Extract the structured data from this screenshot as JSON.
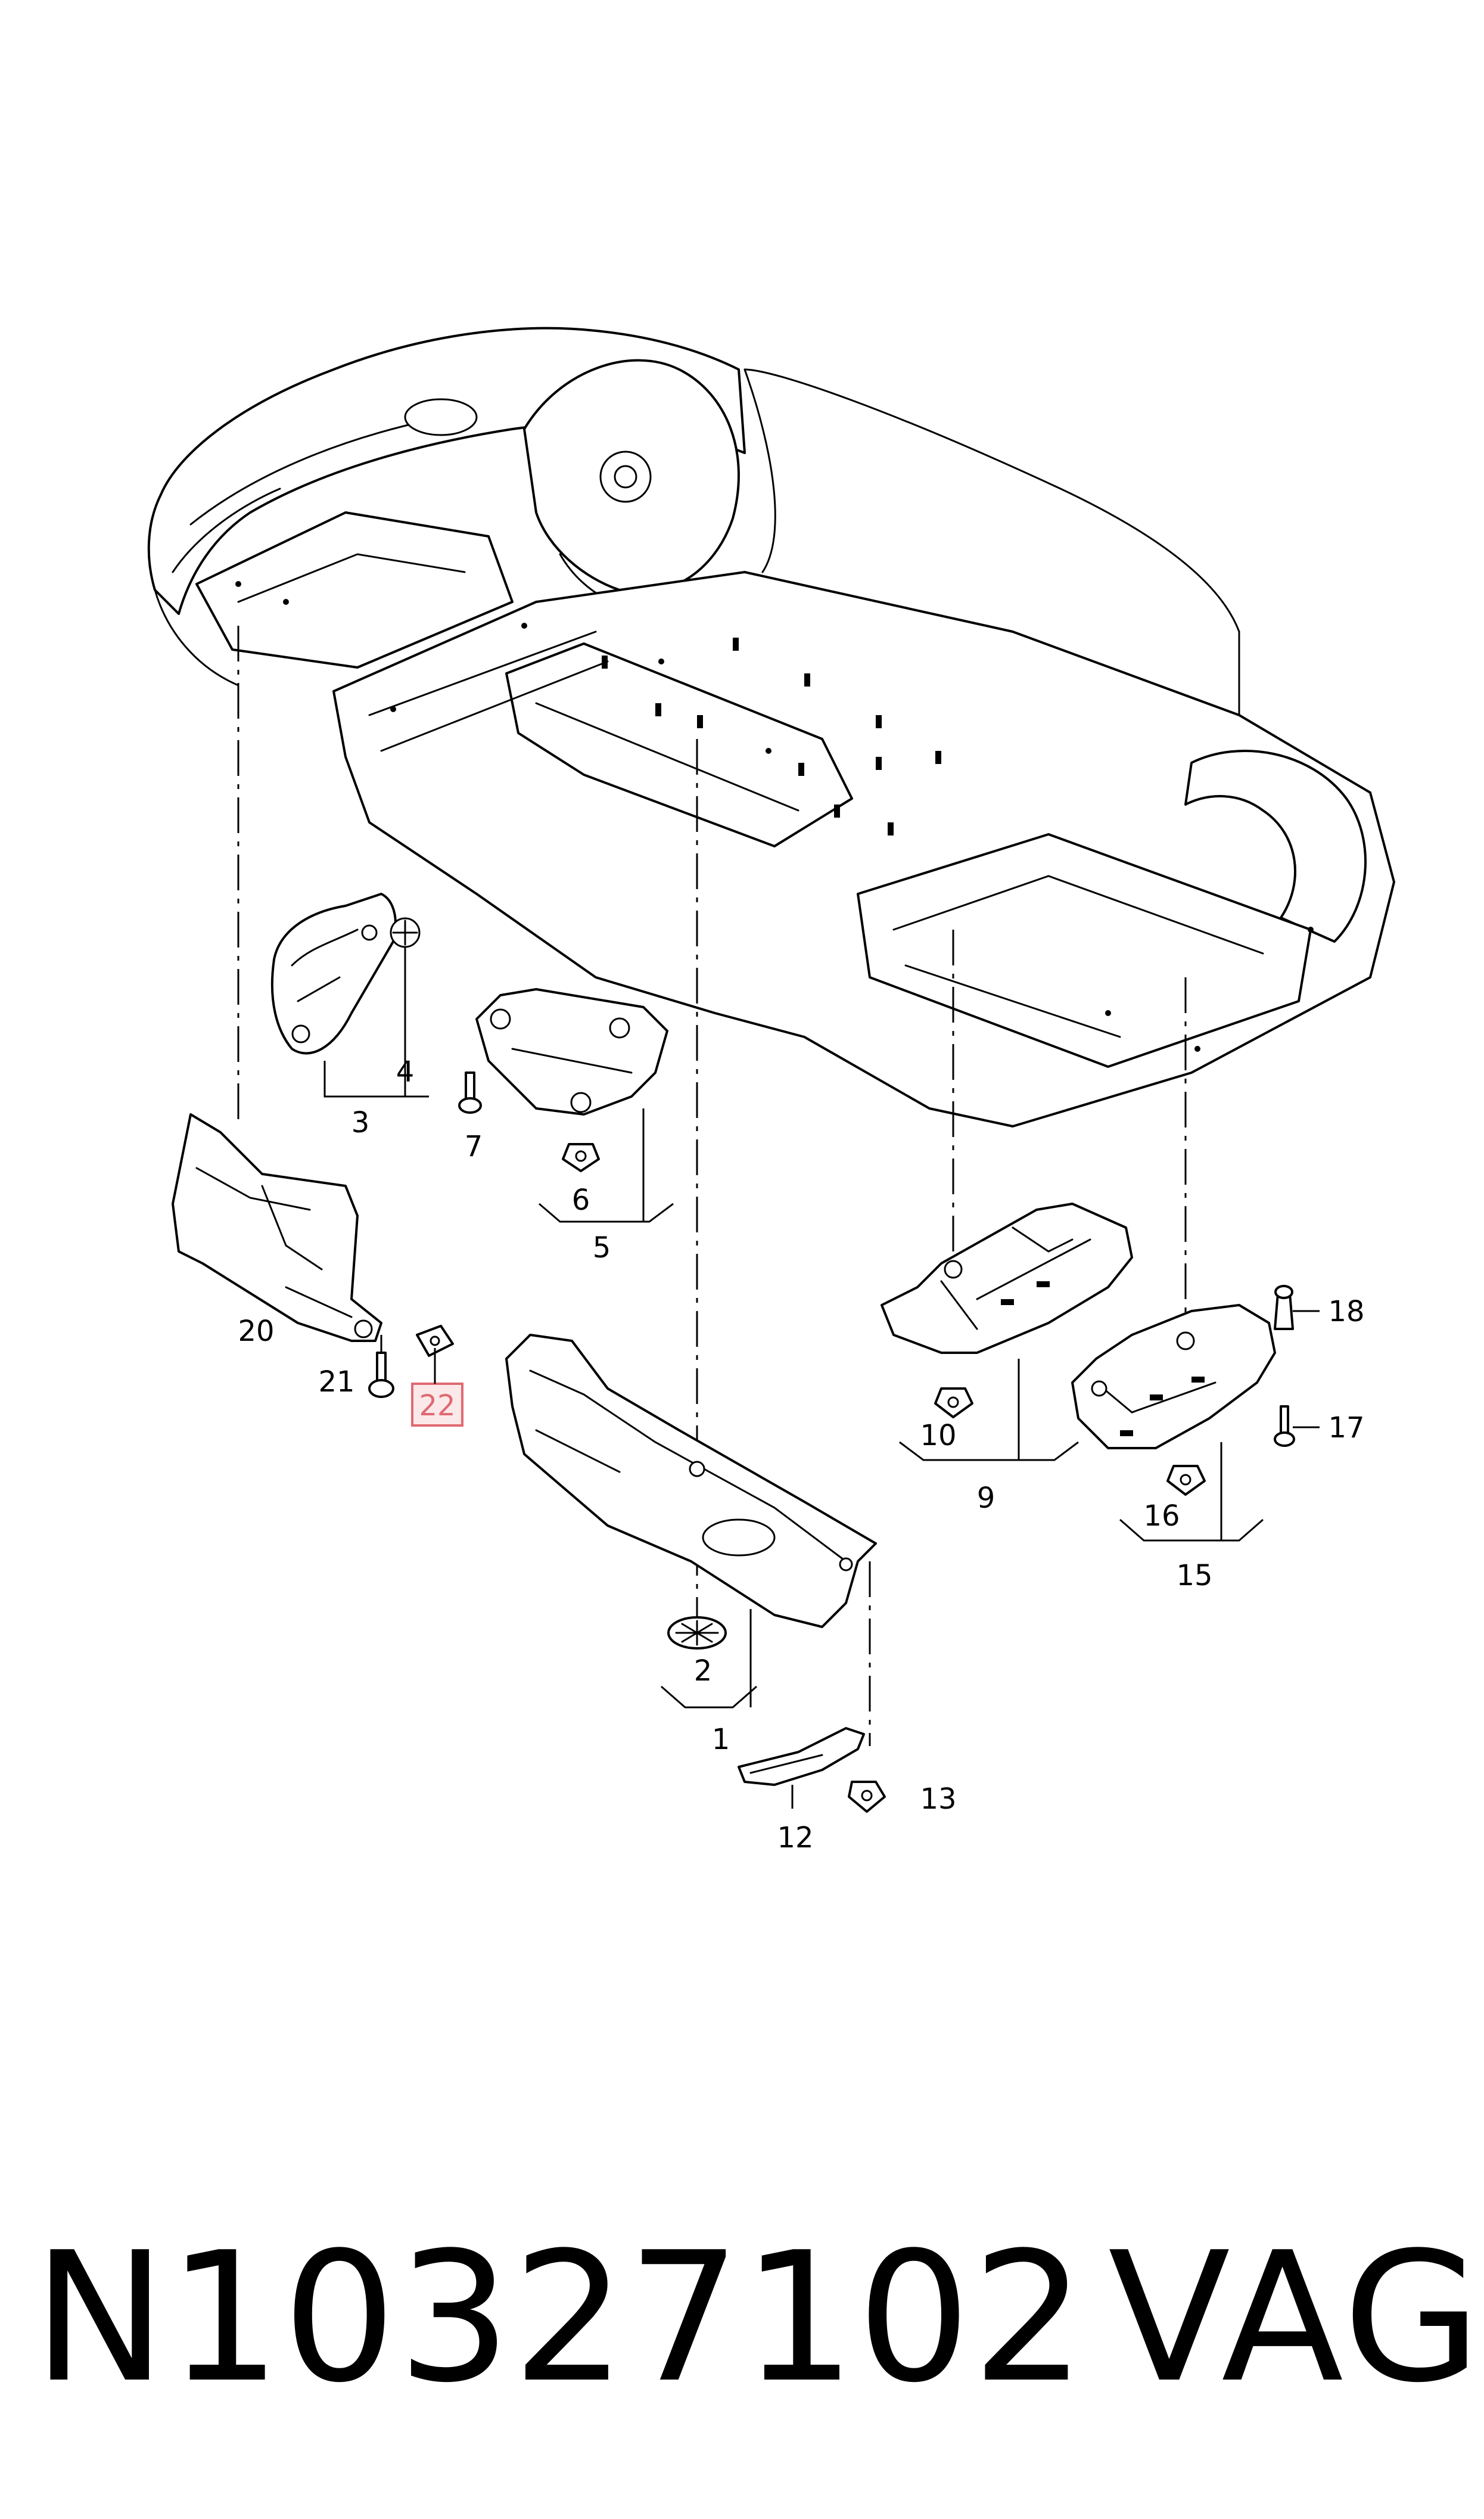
{
  "diagram": {
    "callouts": {
      "c1": "1",
      "c2": "2",
      "c3": "3",
      "c4": "4",
      "c5": "5",
      "c6": "6",
      "c7": "7",
      "c9": "9",
      "c10": "10",
      "c12": "12",
      "c13": "13",
      "c15": "15",
      "c16": "16",
      "c17": "17",
      "c18": "18",
      "c20": "20",
      "c21": "21",
      "c22": "22"
    },
    "highlighted_callout": "22",
    "highlight_color": "#e06a72"
  },
  "footer": {
    "part_number": "N10327102",
    "brand": "VAG"
  }
}
